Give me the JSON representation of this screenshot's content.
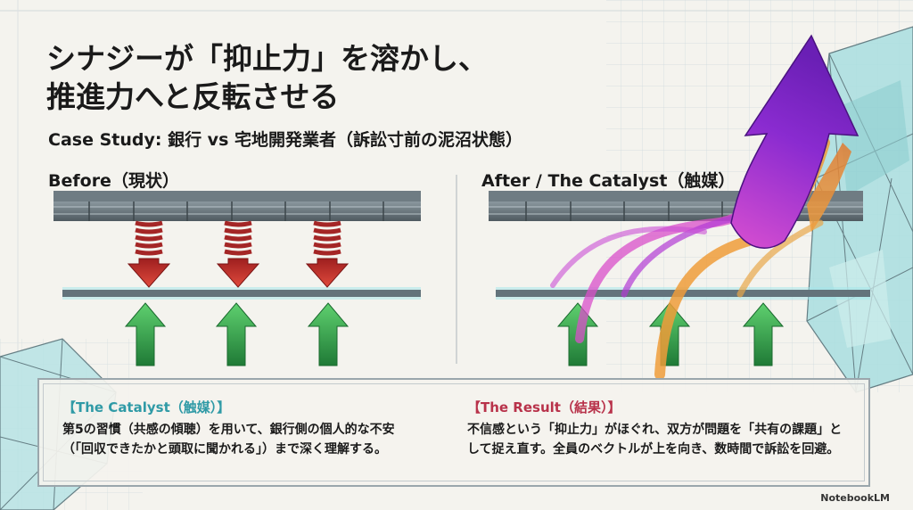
{
  "title_line1": "シナジーが「抑止力」を溶かし、",
  "title_line2": "推進力へと反転させる",
  "subtitle": "Case Study: 銀行 vs 宅地開発業者（訴訟寸前の泥沼状態）",
  "before_label": "Before（現状）",
  "after_label": "After / The Catalyst（触媒）",
  "catalyst_box": {
    "heading": "【The Catalyst（触媒）】",
    "line1": "第5の習慣（共感の傾聴）を用いて、銀行側の個人的な不安",
    "line2": "（「回収できたかと頭取に聞かれる」）まで深く理解する。"
  },
  "result_box": {
    "heading": "【The Result（結果）】",
    "line1": "不信感という「抑止力」がほぐれ、双方が問題を「共有の課題」と",
    "line2": "して捉え直す。全員のベクトルが上を向き、数時間で訴訟を回避。"
  },
  "brand": "NotebookLM",
  "colors": {
    "background": "#f4f3ee",
    "restraining_force": "#c8322f",
    "driving_force": "#2e9a4a",
    "catalyst_arrow": "#7a2bb8",
    "beam": "#5d6b73",
    "accent_teal": "#2f9aa6",
    "accent_red": "#b8324a"
  }
}
